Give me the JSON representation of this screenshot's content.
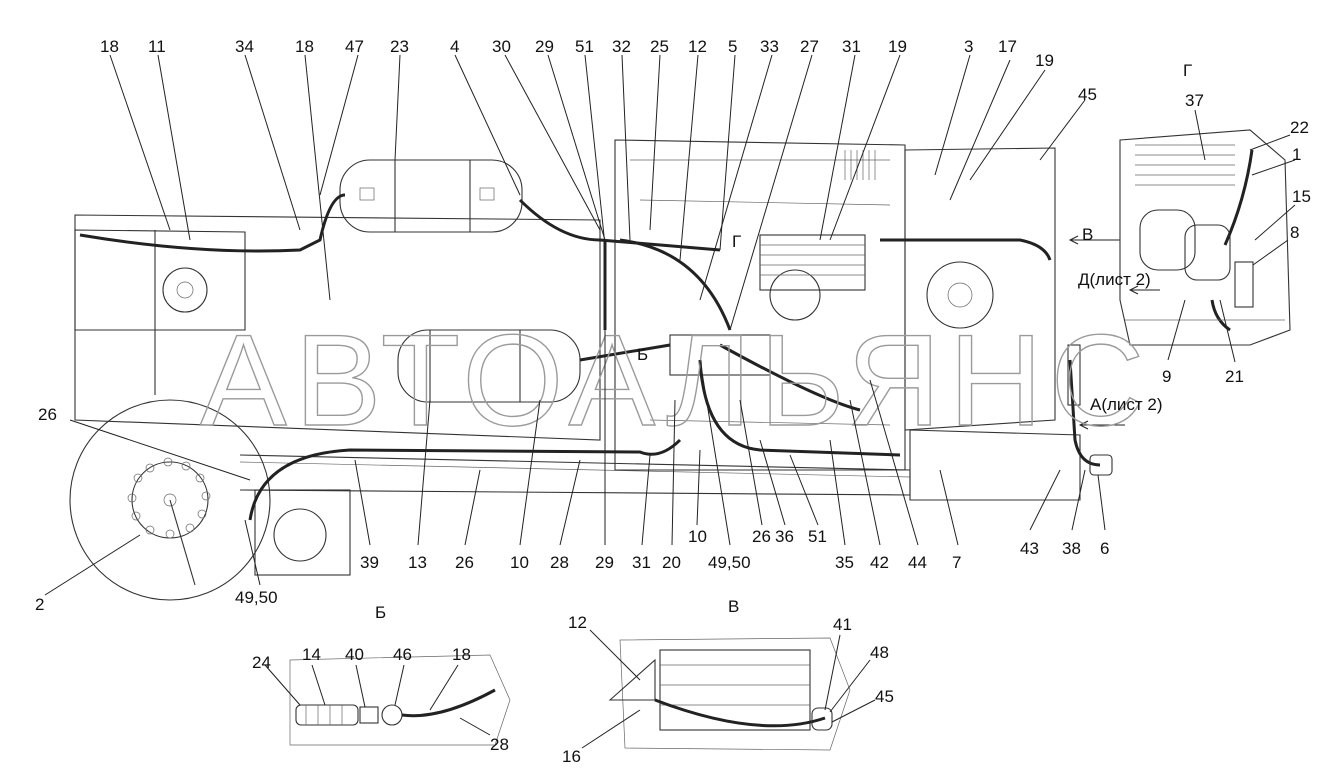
{
  "watermark": "АВТОАЛЬЯНС",
  "callouts": {
    "top": [
      "18",
      "11",
      "34",
      "18",
      "47",
      "23",
      "4",
      "30",
      "29",
      "51",
      "32",
      "25",
      "12",
      "5",
      "33",
      "27",
      "31",
      "19",
      "3",
      "17",
      "19",
      "45"
    ],
    "bottom": [
      "39",
      "13",
      "26",
      "10",
      "28",
      "29",
      "31",
      "20",
      "10",
      "49,50",
      "26",
      "36",
      "51",
      "35",
      "42",
      "44",
      "7",
      "43",
      "38",
      "6"
    ],
    "left": [
      "26",
      "2",
      "49,50"
    ],
    "view_g": [
      "37",
      "22",
      "1",
      "15",
      "8",
      "9",
      "21"
    ],
    "view_b": [
      "24",
      "14",
      "40",
      "46",
      "18",
      "28"
    ],
    "view_v": [
      "12",
      "41",
      "48",
      "45",
      "16"
    ]
  },
  "view_labels": {
    "g": "Г",
    "b": "Б",
    "v": "В",
    "g_mark": "Г",
    "b_mark": "Б",
    "v_mark": "В",
    "d_ref": "Д(лист 2)",
    "a_ref": "А(лист 2)"
  }
}
